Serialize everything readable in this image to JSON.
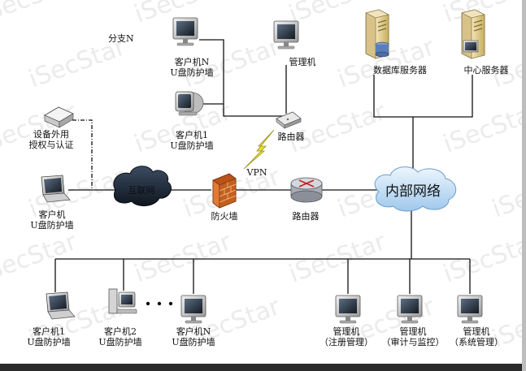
{
  "watermark": "iSecStar",
  "branch_title": "分支N",
  "labels": {
    "branch_client_n": [
      "客户机N",
      "U盘防护墙"
    ],
    "branch_client_1": [
      "客户机1",
      "U盘防护墙"
    ],
    "branch_manager": [
      "管理机"
    ],
    "branch_router": [
      "路由器"
    ],
    "db_server": [
      "数据库服务器"
    ],
    "center_server": [
      "中心服务器"
    ],
    "device_auth": [
      "设备外用",
      "授权与认证"
    ],
    "remote_client": [
      "客户机",
      "U盘防护墙"
    ],
    "internet": "互联网",
    "vpn": "VPN",
    "firewall": [
      "防火墙"
    ],
    "main_router": [
      "路由器"
    ],
    "intranet": "内部网络",
    "lan_client_1": [
      "客户机1",
      "U盘防护墙"
    ],
    "lan_client_2": [
      "客户机2",
      "U盘防护墙"
    ],
    "lan_client_n": [
      "客户机N",
      "U盘防护墙"
    ],
    "mgr_register": [
      "管理机",
      "（注册管理）"
    ],
    "mgr_audit": [
      "管理机",
      "（审计与监控）"
    ],
    "mgr_system": [
      "管理机",
      "（系统管理）"
    ]
  },
  "colors": {
    "cloud_internet": "#1f2b3a",
    "cloud_intranet": "#cfe4f6",
    "firewall": "#d2691e",
    "router": "#b9bec6",
    "vpn_bolt": "#e8e030",
    "server": "#e3cf95"
  }
}
